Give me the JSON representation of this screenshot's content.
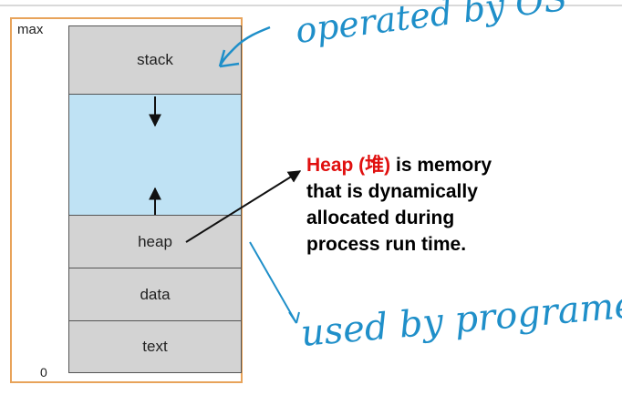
{
  "axis": {
    "max_label": "max",
    "min_label": "0"
  },
  "segments": [
    {
      "label": "stack"
    },
    {
      "label": ""
    },
    {
      "label": "heap"
    },
    {
      "label": "data"
    },
    {
      "label": "text"
    }
  ],
  "heap_note": {
    "keyword": "Heap (堆)",
    "rest": " is memory that is dynamically allocated during process run time."
  },
  "handwriting": {
    "stack_note": "operated by OS",
    "heap_note": "used by programer"
  },
  "colors": {
    "segment_fill": "#d3d3d3",
    "free_fill": "#bfe2f4",
    "frame": "#e8a35a",
    "keyword": "#e0100f",
    "ink": "#1f8fc9"
  }
}
